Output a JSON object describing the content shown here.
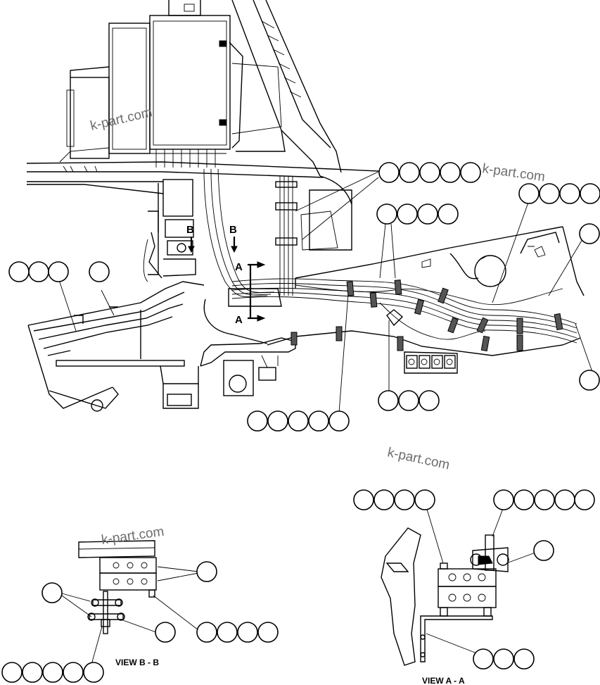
{
  "watermarks": [
    "k-part.com",
    "k-part.com",
    "k-part.com",
    "k-part.com"
  ],
  "section_markers": {
    "b1": "B",
    "b2": "B",
    "a1": "A",
    "a2": "A"
  },
  "view_labels": {
    "view_b": "VIEW B - B",
    "view_a": "VIEW A - A"
  },
  "colors": {
    "line": "#000000",
    "watermark": "#6d6d6d",
    "background": "#ffffff"
  }
}
